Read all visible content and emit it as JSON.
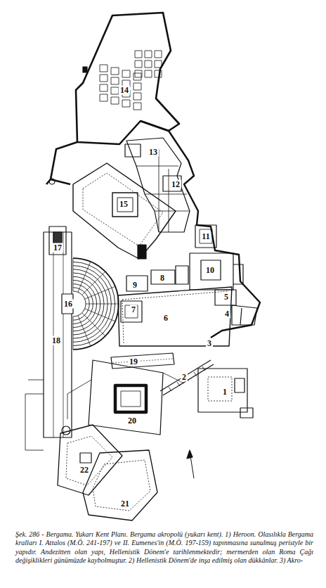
{
  "diagram": {
    "caption": "Şek. 286 - Bergama. Yukarı Kent Planı. Bergama akropolü (yukarı kent). 1) Heroon. Olasılıkla Bergama kralları I. Attalos (M.Ö. 241-197) ve II. Eumenes'in (M.Ö. 197-159) tapınmasına sunulmuş peristyle bir yapıdır. Andezitten olan yapı, Hellenistik Dönem'e tarihlenmektedir; mermerden olan Roma Çağı değişiklikleri günümüzde kaybolmuştur. 2) Hellenistik Dönem'de inşa edilmiş olan dükkânlar. 3) Akro-",
    "labels": [
      "1",
      "2",
      "3",
      "4",
      "5",
      "6",
      "7",
      "8",
      "9",
      "10",
      "11",
      "12",
      "13",
      "14",
      "15",
      "16",
      "17",
      "18",
      "19",
      "20",
      "21",
      "22"
    ]
  }
}
